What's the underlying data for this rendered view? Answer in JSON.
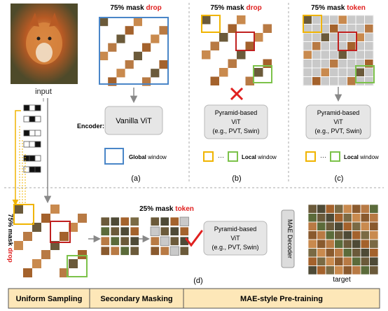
{
  "panels": {
    "a": {
      "caption": "(a)",
      "title_prefix": "75% mask ",
      "title_emph": "drop",
      "encoder_label": "Encoder:",
      "model_box": [
        "Vanilla ViT"
      ],
      "legend_bold": "Global",
      "legend_rest": " window"
    },
    "b": {
      "caption": "(b)",
      "title_prefix": "75% mask ",
      "title_emph": "drop",
      "model_box": [
        "Pyramid-based",
        "ViT",
        "(e.g., PVT, Swin)"
      ],
      "legend_dots": "···",
      "legend_bold": "Local",
      "legend_rest": " window"
    },
    "c": {
      "caption": "(c)",
      "title_prefix": "75% mask ",
      "title_emph": "token",
      "model_box": [
        "Pyramid-based",
        "ViT",
        "(e.g., PVT, Swin)"
      ],
      "legend_dots": "···",
      "legend_bold": "Local",
      "legend_rest": " window"
    },
    "d": {
      "caption": "(d)",
      "side_prefix": "75% mask ",
      "side_emph": "drop",
      "title_prefix": "25% mask ",
      "title_emph": "token",
      "model_box": [
        "Pyramid-based",
        "ViT",
        "(e.g., PVT, Swin)"
      ],
      "decoder": "MAE Decoder",
      "target_label": "target"
    }
  },
  "input_label": "input",
  "stages": [
    "Uniform Sampling",
    "Secondary Masking",
    "MAE-style Pre-training"
  ],
  "colors": {
    "emphasis_red": "#e0201f",
    "global_window_blue": "#4a86c8",
    "local_yellow": "#f0b400",
    "local_red": "#c0201f",
    "local_green": "#7cc24a",
    "model_box_fill": "#e6e6e6",
    "stage_bar_fill": "#fde7b8",
    "mask_gray": "#c9c9c9"
  }
}
